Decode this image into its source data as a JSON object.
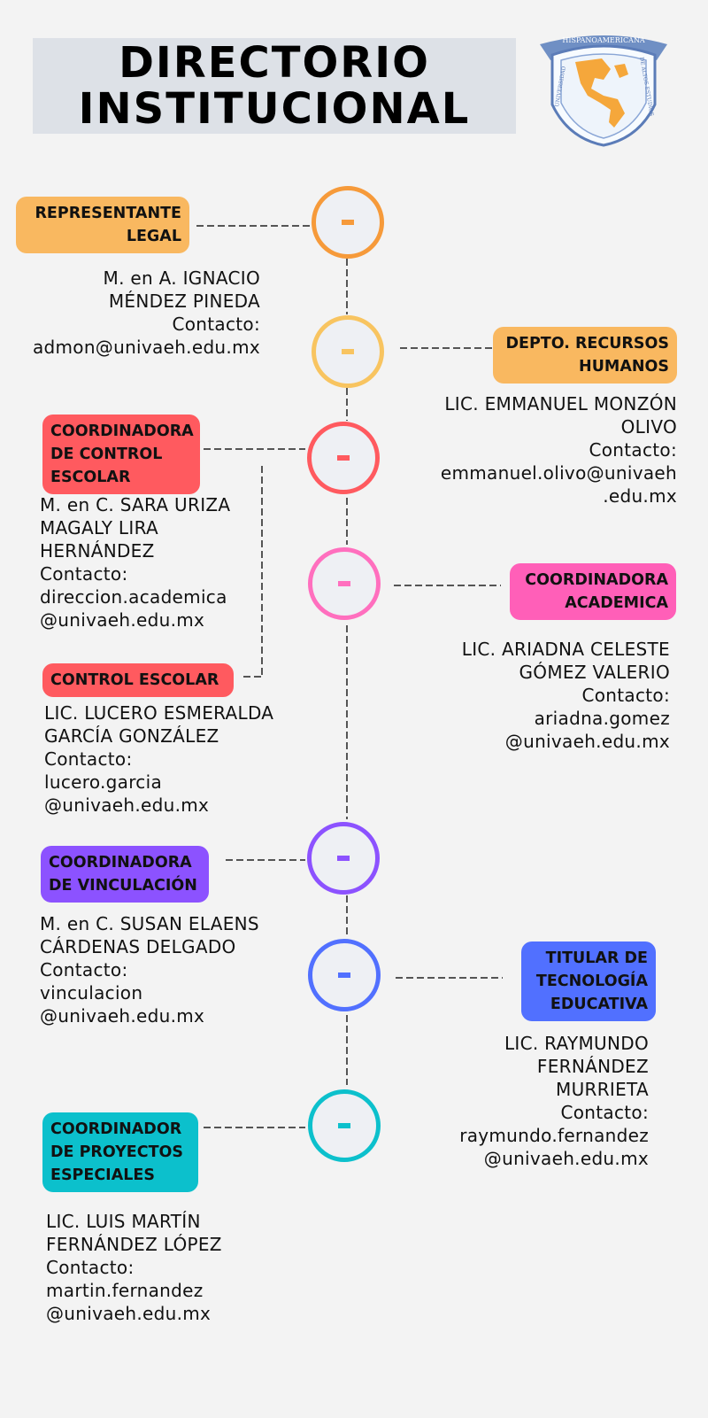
{
  "header": {
    "title_line1": "DIRECTORIO",
    "title_line2": "INSTITUCIONAL",
    "logo_text_top": "HISPANOAMERICANA",
    "logo_text_left": "UNIVERSIDAD",
    "logo_text_right": "DE ALTOS ESTUDIOS"
  },
  "entries": [
    {
      "role": "REPRESENTANTE\nLEGAL",
      "person": "M. en A.  IGNACIO\nMÉNDEZ PINEDA\nContacto:\nadmon@univaeh.edu.mx",
      "color": "#f9b860",
      "ring": "#f69a3a",
      "marker": "-"
    },
    {
      "role": "DEPTO. RECURSOS\nHUMANOS",
      "person": "LIC. EMMANUEL MONZÓN\nOLIVO \nContacto:\nemmanuel.olivo@univaeh\n.edu.mx",
      "color": "#f9b860",
      "ring": "#f8c460",
      "marker": "-"
    },
    {
      "role": "COORDINADORA\nDE CONTROL\nESCOLAR",
      "person": "M. en C. SARA URIZA\nMAGALY LIRA\nHERNÁNDEZ\nContacto:\ndireccion.academica\n@univaeh.edu.mx",
      "color": "#ff5a5f",
      "ring": "#ff5a5f",
      "marker": "-"
    },
    {
      "role": "COORDINADORA\nACADEMICA",
      "person": "LIC. ARIADNA CELESTE\nGÓMEZ VALERIO \nContacto:\nariadna.gomez\n@univaeh.edu.mx",
      "color": "#ff5fb8",
      "ring": "#ff6fbe",
      "marker": "-"
    },
    {
      "role": "CONTROL ESCOLAR",
      "person": "LIC. LUCERO ESMERALDA\nGARCÍA GONZÁLEZ\nContacto:\nlucero.garcia\n@univaeh.edu.mx",
      "color": "#ff5a5f"
    },
    {
      "role": "COORDINADORA\nDE VINCULACIÓN",
      "person": "M. en C. SUSAN ELAENS\nCÁRDENAS DELGADO\nContacto:\nvinculacion\n@univaeh.edu.mx",
      "color": "#8c52ff",
      "ring": "#8c52ff",
      "marker": "-"
    },
    {
      "role": "TITULAR DE\nTECNOLOGÍA\nEDUCATIVA",
      "person": "LIC. RAYMUNDO\nFERNÁNDEZ\nMURRIETA\nContacto:\nraymundo.fernandez\n@univaeh.edu.mx",
      "color": "#5170ff",
      "ring": "#5170ff",
      "marker": "-"
    },
    {
      "role": "COORDINADOR\nDE PROYECTOS\nESPECIALES",
      "person": "LIC. LUIS MARTÍN\nFERNÁNDEZ LÓPEZ\nContacto:\nmartin.fernandez\n@univaeh.edu.mx",
      "color": "#0cc0cc",
      "ring": "#0cc0cc",
      "marker": "-"
    }
  ]
}
